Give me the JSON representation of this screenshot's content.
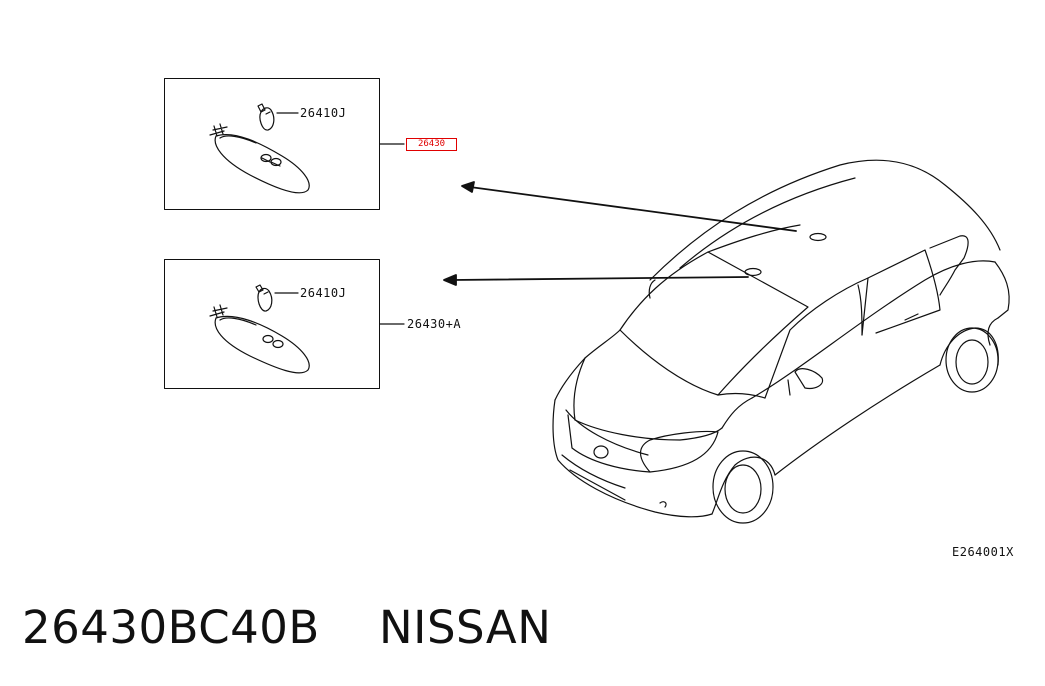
{
  "callouts": {
    "bulb_top": "26410J",
    "lamp_top": "26430",
    "bulb_bottom": "26410J",
    "lamp_bottom": "26430+A",
    "figure_code": "E264001X"
  },
  "caption": {
    "part_number": "26430BC40B",
    "brand": "NISSAN"
  },
  "colors": {
    "line": "#111111",
    "highlight": "#e00000"
  }
}
